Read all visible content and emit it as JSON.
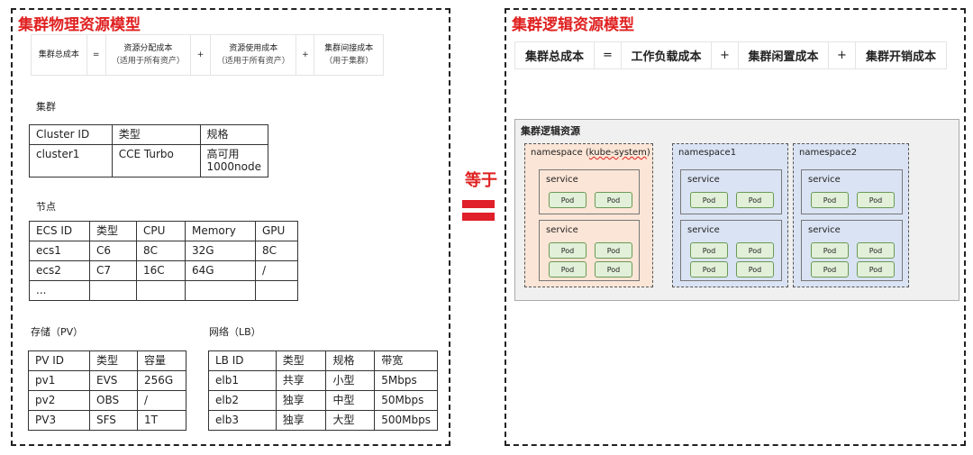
{
  "physical": {
    "title": "集群物理资源模型",
    "formula": {
      "total": "集群总成本",
      "eq": "=",
      "alloc_main": "资源分配成本",
      "alloc_sub": "（适用于所有资产）",
      "plus1": "+",
      "usage_main": "资源使用成本",
      "usage_sub": "（适用于所有资产）",
      "plus2": "+",
      "indirect_main": "集群间接成本",
      "indirect_sub": "（用于集群）"
    },
    "cluster": {
      "label": "集群",
      "headers": [
        "Cluster ID",
        "类型",
        "规格"
      ],
      "rows": [
        [
          "cluster1",
          "CCE Turbo",
          "高可用\n1000node"
        ]
      ]
    },
    "nodes": {
      "label": "节点",
      "headers": [
        "ECS ID",
        "类型",
        "CPU",
        "Memory",
        "GPU"
      ],
      "rows": [
        [
          "ecs1",
          "C6",
          "8C",
          "32G",
          "8C"
        ],
        [
          "ecs2",
          "C7",
          "16C",
          "64G",
          "/"
        ],
        [
          "...",
          "",
          "",
          "",
          ""
        ]
      ]
    },
    "storage": {
      "label": "存储（PV）",
      "headers": [
        "PV ID",
        "类型",
        "容量"
      ],
      "rows": [
        [
          "pv1",
          "EVS",
          "256G"
        ],
        [
          "pv2",
          "OBS",
          "/"
        ],
        [
          "PV3",
          "SFS",
          "1T"
        ]
      ]
    },
    "network": {
      "label": "网络（LB）",
      "headers": [
        "LB ID",
        "类型",
        "规格",
        "带宽"
      ],
      "rows": [
        [
          "elb1",
          "共享",
          "小型",
          "5Mbps"
        ],
        [
          "elb2",
          "独享",
          "中型",
          "50Mbps"
        ],
        [
          "elb3",
          "独享",
          "大型",
          "500Mbps"
        ]
      ]
    }
  },
  "equals": {
    "label": "等于"
  },
  "logical": {
    "title": "集群逻辑资源模型",
    "formula": {
      "total": "集群总成本",
      "eq": "=",
      "workload": "工作负载成本",
      "plus1": "+",
      "idle": "集群闲置成本",
      "plus2": "+",
      "overhead": "集群开销成本"
    },
    "resources": {
      "title": "集群逻辑资源",
      "namespaces": [
        {
          "name_prefix": "namespace (",
          "name_highlight": "kube-system",
          "name_suffix": ")",
          "services": [
            {
              "label": "service",
              "pods": [
                "Pod",
                "Pod"
              ]
            },
            {
              "label": "service",
              "pods": [
                "Pod",
                "Pod",
                "Pod",
                "Pod"
              ]
            }
          ]
        },
        {
          "name": "namespace1",
          "services": [
            {
              "label": "service",
              "pods": [
                "Pod",
                "Pod"
              ]
            },
            {
              "label": "service",
              "pods": [
                "Pod",
                "Pod",
                "Pod",
                "Pod"
              ]
            }
          ]
        },
        {
          "name": "namespace2",
          "services": [
            {
              "label": "service",
              "pods": [
                "Pod",
                "Pod"
              ]
            },
            {
              "label": "service",
              "pods": [
                "Pod",
                "Pod",
                "Pod",
                "Pod"
              ]
            }
          ]
        }
      ]
    }
  },
  "colors": {
    "title_red": "#e02020",
    "ns_orange": "#fbe5d6",
    "ns_blue": "#dae3f3",
    "pod_green": "#e2f0d9",
    "logical_bg": "#f0f0f0"
  }
}
